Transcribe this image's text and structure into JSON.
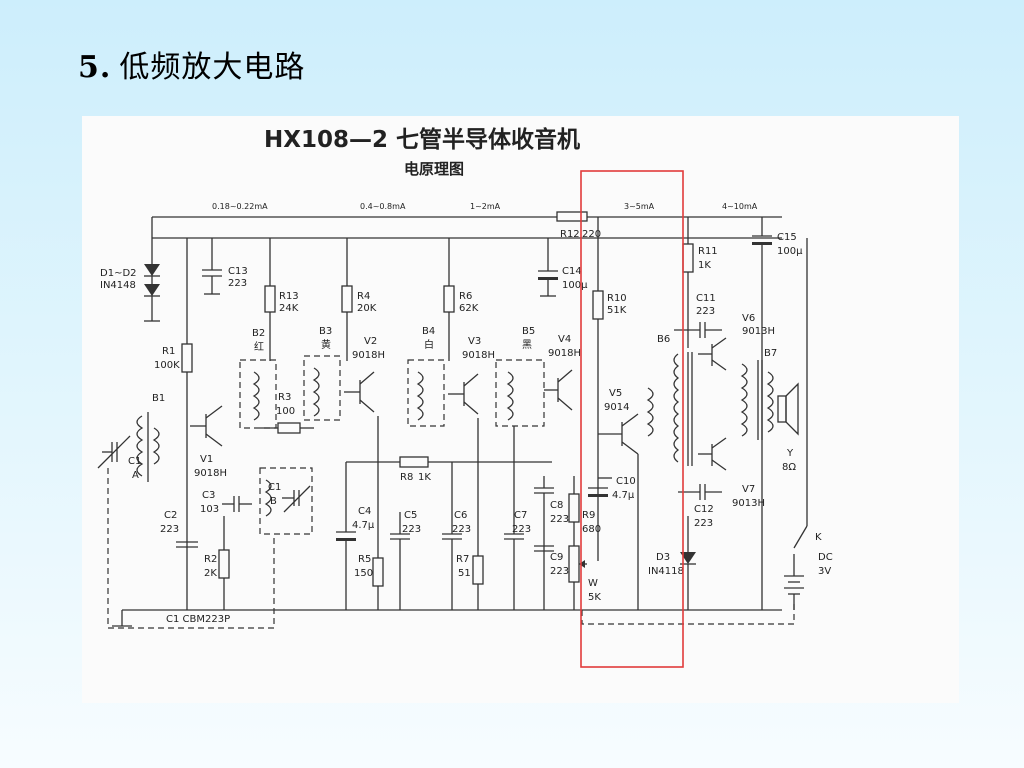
{
  "slide": {
    "number": "5.",
    "title": "低频放大电路"
  },
  "diagram": {
    "title": "HX108—2 七管半导体收音机",
    "subtitle": "电原理图",
    "currents": [
      "0.18~0.22mA",
      "0.4~0.8mA",
      "1~2mA",
      "3~5mA",
      "4~10mA"
    ],
    "highlight_color": "#e23b3b",
    "components": {
      "d1_d2": [
        "D1~D2",
        "IN4148"
      ],
      "c13": [
        "C13",
        "223"
      ],
      "r13": [
        "R13",
        "24K"
      ],
      "r4": [
        "R4",
        "20K"
      ],
      "r6": [
        "R6",
        "62K"
      ],
      "r12": [
        "R12",
        "220"
      ],
      "c14": [
        "C14",
        "100μ"
      ],
      "r10": [
        "R10",
        "51K"
      ],
      "r11": [
        "R11",
        "1K"
      ],
      "c15": [
        "C15",
        "100μ"
      ],
      "c11": [
        "C11",
        "223"
      ],
      "v6": [
        "V6",
        "9013H"
      ],
      "b7": "B7",
      "b6": "B6",
      "v5": [
        "V5",
        "9014"
      ],
      "r1": [
        "R1",
        "100K"
      ],
      "b1": "B1",
      "c1a": [
        "C1",
        "A"
      ],
      "v1": [
        "V1",
        "9018H"
      ],
      "b2": [
        "B2",
        "红"
      ],
      "b3": [
        "B3",
        "黄"
      ],
      "v2": [
        "V2",
        "9018H"
      ],
      "b4": [
        "B4",
        "白"
      ],
      "v3": [
        "V3",
        "9018H"
      ],
      "b5": [
        "B5",
        "黑"
      ],
      "v4": [
        "V4",
        "9018H"
      ],
      "r3": [
        "R3",
        "100"
      ],
      "c3": [
        "C3",
        "103"
      ],
      "c1b": [
        "C1",
        "B"
      ],
      "c2": [
        "C2",
        "223"
      ],
      "r2": [
        "R2",
        "2K"
      ],
      "r8": [
        "R8",
        "1K"
      ],
      "c4": [
        "C4",
        "4.7μ"
      ],
      "c5": [
        "C5",
        "223"
      ],
      "r5": [
        "R5",
        "150"
      ],
      "c6": [
        "C6",
        "223"
      ],
      "r7": [
        "R7",
        "51"
      ],
      "c7": [
        "C7",
        "223"
      ],
      "c8": [
        "C8",
        "223"
      ],
      "r9": [
        "R9",
        "680"
      ],
      "c9": [
        "C9",
        "223"
      ],
      "w": [
        "W",
        "5K"
      ],
      "c10": [
        "C10",
        "4.7μ"
      ],
      "c12": [
        "C12",
        "223"
      ],
      "d3": [
        "D3",
        "IN4118"
      ],
      "v7": [
        "V7",
        "9013H"
      ],
      "speaker": [
        "Y",
        "8Ω"
      ],
      "switch": "K",
      "battery": [
        "DC",
        "3V"
      ],
      "c1_bottom": "C1 CBM223P"
    }
  }
}
